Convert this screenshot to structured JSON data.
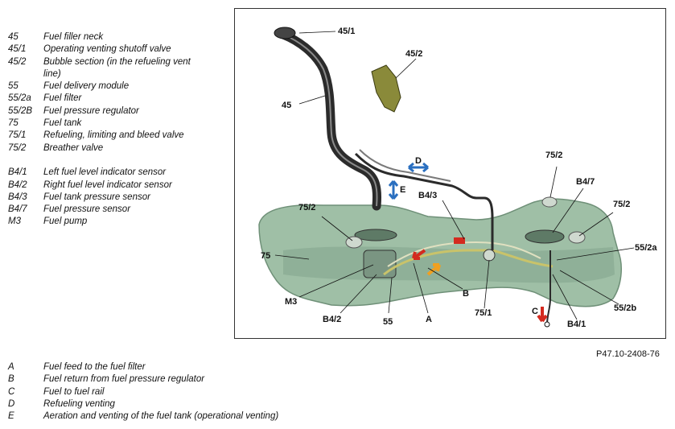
{
  "components": [
    {
      "code": "45",
      "desc": "Fuel filler neck"
    },
    {
      "code": "45/1",
      "desc": "Operating venting shutoff valve"
    },
    {
      "code": "45/2",
      "desc": "Bubble section (in the refueling vent"
    },
    {
      "code": "",
      "desc": "line)"
    },
    {
      "code": "55",
      "desc": "Fuel delivery module"
    },
    {
      "code": "55/2a",
      "desc": "Fuel filter"
    },
    {
      "code": "55/2B",
      "desc": "Fuel pressure regulator"
    },
    {
      "code": "75",
      "desc": "Fuel tank"
    },
    {
      "code": "75/1",
      "desc": "Refueling, limiting and bleed valve"
    },
    {
      "code": "75/2",
      "desc": "Breather valve"
    }
  ],
  "sensors": [
    {
      "code": "B4/1",
      "desc": "Left fuel level indicator sensor"
    },
    {
      "code": "B4/2",
      "desc": "Right fuel level indicator sensor"
    },
    {
      "code": "B4/3",
      "desc": "Fuel tank pressure sensor"
    },
    {
      "code": "B4/7",
      "desc": "Fuel pressure sensor"
    },
    {
      "code": "M3",
      "desc": "Fuel pump"
    }
  ],
  "flows": [
    {
      "code": "A",
      "desc": "Fuel feed to the fuel filter"
    },
    {
      "code": "B",
      "desc": "Fuel return from fuel pressure regulator"
    },
    {
      "code": "C",
      "desc": "Fuel to fuel rail"
    },
    {
      "code": "D",
      "desc": "Refueling venting"
    },
    {
      "code": "E",
      "desc": "Aeration and venting of the fuel tank (operational venting)"
    }
  ],
  "figure_ref": "P47.10-2408-76",
  "diagram": {
    "callouts": {
      "c45_1": "45/1",
      "c45_2": "45/2",
      "c45": "45",
      "cD": "D",
      "cE": "E",
      "cB4_3": "B4/3",
      "cB4_7": "B4/7",
      "c75_2_top": "75/2",
      "c75_2_left": "75/2",
      "c75_2_right": "75/2",
      "c55_2a": "55/2a",
      "c75": "75",
      "cM3": "M3",
      "cB": "B",
      "c55_2b": "55/2b",
      "cC": "C",
      "cB4_2": "B4/2",
      "c55": "55",
      "cA": "A",
      "c75_1": "75/1",
      "cB4_1": "B4/1"
    },
    "colors": {
      "tank": "#9fbfa6",
      "tank_dark": "#6f9078",
      "pipe": "#2b2b2b",
      "arrow_blue": "#2a6fc0",
      "arrow_red": "#d42a1f",
      "arrow_orange": "#f0a020",
      "bubble": "#8a8a3a"
    }
  }
}
